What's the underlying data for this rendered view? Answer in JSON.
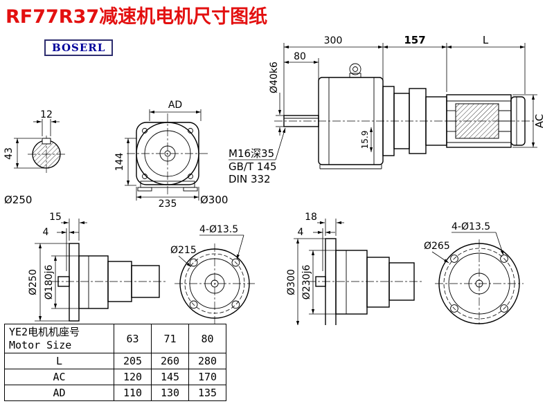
{
  "title": "RF77R37减速机电机尺寸图纸",
  "logo": "BOSERL",
  "assembly": {
    "dim_300": "300",
    "dim_157": "157",
    "dim_L": "L",
    "dim_80": "80",
    "shaft_dia": "Ø40k6",
    "dim_159": "15.9",
    "dim_AC": "AC",
    "note_tap": "M16深35",
    "note_gb": "GB/T 145",
    "note_din": "DIN 332"
  },
  "shaft_section": {
    "key_width": "12",
    "height": "43",
    "od_label": "Ø250"
  },
  "gearbox_front": {
    "dim_AD": "AD",
    "dim_144": "144",
    "dim_235": "235",
    "od_label": "Ø300"
  },
  "flange_small": {
    "thickness": "15",
    "gap": "4",
    "od": "Ø250",
    "spigot": "Ø180j6",
    "holes": "4-Ø13.5",
    "bolt_circle": "Ø215"
  },
  "flange_large": {
    "thickness": "18",
    "gap": "4",
    "od": "Ø300",
    "spigot": "Ø230j6",
    "holes": "4-Ø13.5",
    "bolt_circle": "Ø265"
  },
  "table": {
    "header_cn": "YE2电机机座号",
    "header_en": "Motor Size",
    "sizes": [
      "63",
      "71",
      "80"
    ],
    "rows": [
      {
        "label": "L",
        "values": [
          "205",
          "260",
          "280"
        ]
      },
      {
        "label": "AC",
        "values": [
          "120",
          "145",
          "170"
        ]
      },
      {
        "label": "AD",
        "values": [
          "110",
          "130",
          "135"
        ]
      }
    ]
  }
}
